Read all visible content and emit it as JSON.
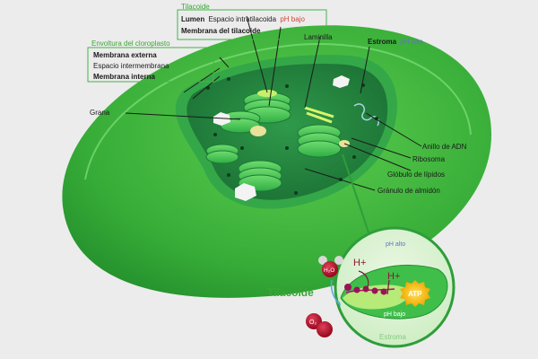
{
  "labels": {
    "tilacoide_heading": "Tilacoide",
    "lumen": "Lumen",
    "espacio_intratilacoida": "Espacio intratilacoida",
    "ph_bajo": "pH bajo",
    "membrana_tilacoide": "Membrana del tilacoide",
    "envoltura_heading": "Envoltura del cloroplasto",
    "membrana_externa": "Membrana externa",
    "espacio_intermembrana": "Espacio intermembrana",
    "membrana_interna": "Membrana interna",
    "laminilla": "Laminilla",
    "estroma": "Estroma",
    "ph_alto": "pH alto",
    "grana": "Grana",
    "anillo_adn": "Anillo de ADN",
    "ribosoma": "Ribosoma",
    "globulo_lipidos": "Glóbulo de lípidos",
    "granulo_almidon": "Gránulo de almidón"
  },
  "inset": {
    "ph_alto": "pH alto",
    "h_plus_1": "H+",
    "h_plus_2": "H+",
    "h2o": "H₂O",
    "atp": "ATP",
    "tilacoide": "Tilacoide",
    "ph_bajo": "pH bajo",
    "o2": "O₂",
    "estroma": "Estroma"
  },
  "colors": {
    "background": "#ececec",
    "outer_green": "#3cb43c",
    "outer_green_dark": "#1e8a2a",
    "inner_dark": "#1f7a3a",
    "granum": "#49c15a",
    "heading_green": "#3aa635",
    "ph_low_red": "#d1453b",
    "ph_high_blue": "#6a6fd0",
    "water_red": "#b0102a",
    "atp_yellow": "#f4c21a"
  }
}
